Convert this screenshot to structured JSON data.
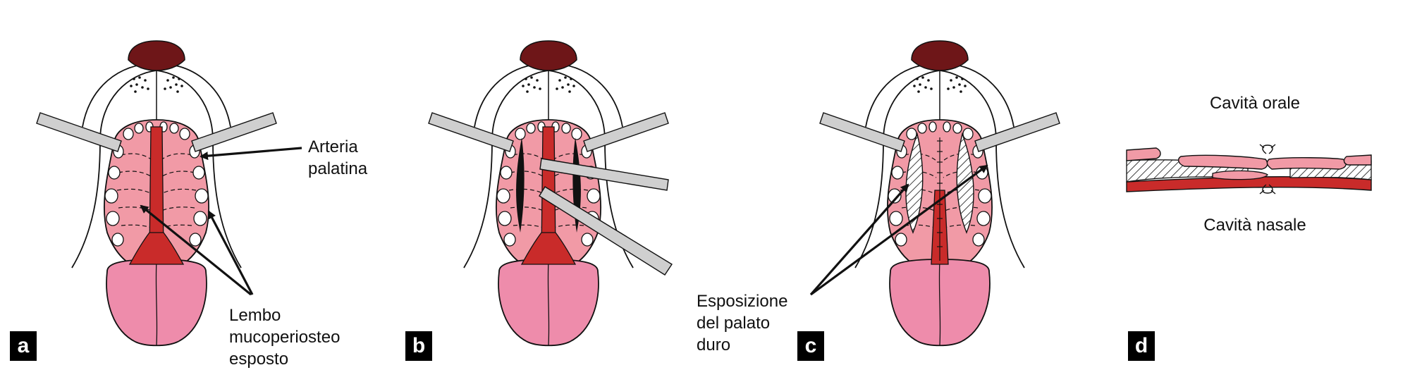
{
  "panels": [
    {
      "letter": "a"
    },
    {
      "letter": "b"
    },
    {
      "letter": "c"
    },
    {
      "letter": "d"
    }
  ],
  "labels": {
    "arteria_palatina": [
      "Arteria",
      "palatina"
    ],
    "lembo": [
      "Lembo",
      "mucoperiosteo",
      "esposto"
    ],
    "esposizione": [
      "Esposizione",
      "del palato",
      "duro"
    ],
    "cavita_orale": "Cavità orale",
    "cavita_nasale": "Cavità nasale"
  },
  "colors": {
    "palate_pink": "#f19aa6",
    "tongue_pink": "#ee8cab",
    "artery_red": "#c92b2a",
    "nose_dark": "#6e1618",
    "instrument_gray": "#cfcfcf",
    "outline": "#111111"
  }
}
